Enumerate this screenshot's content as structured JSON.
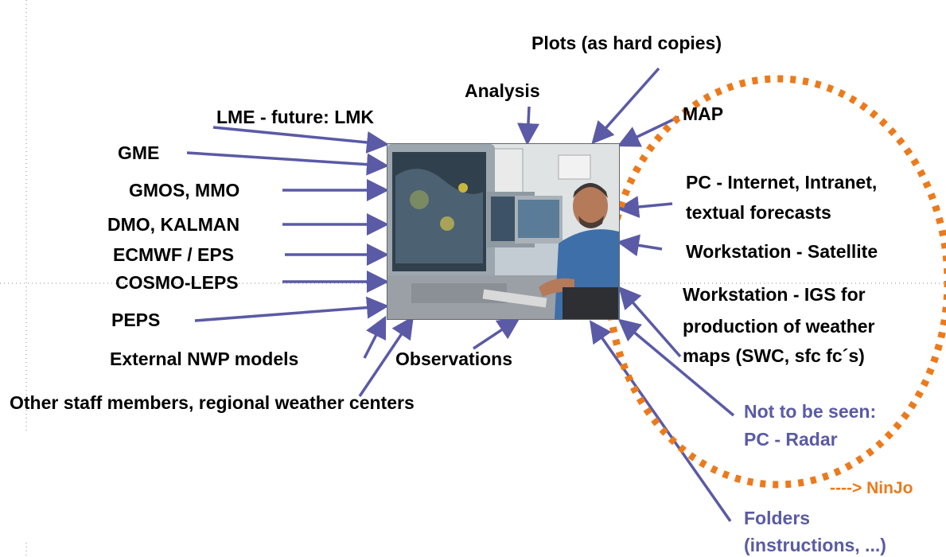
{
  "labels": {
    "plots": "Plots (as hard copies)",
    "analysis": "Analysis",
    "lme": "LME - future: LMK",
    "map": "MAP",
    "gme": "GME",
    "gmos": "GMOS, MMO",
    "dmo": "DMO, KALMAN",
    "ecmwf": "ECMWF / EPS",
    "cosmo": "COSMO-LEPS",
    "peps": "PEPS",
    "external_nwp": "External NWP models",
    "observations": "Observations",
    "other_staff": "Other staff members, regional weather centers",
    "pc_internet_1": "PC - Internet, Intranet,",
    "pc_internet_2": "textual forecasts",
    "ws_satellite": "Workstation - Satellite",
    "ws_igs_1": "Workstation - IGS for",
    "ws_igs_2": "production of weather",
    "ws_igs_3": "maps (SWC, sfc fc´s)",
    "not_seen_1": "Not to be seen:",
    "not_seen_2": "PC - Radar",
    "ninjo": "----> NinJo",
    "folders_1": "Folders",
    "folders_2": "(instructions, ...)"
  },
  "colors": {
    "arrow": "#5a5aa6",
    "ninjo_circle": "#ec7a1c",
    "text": "#000000"
  },
  "icons": {
    "photo": "forecaster-at-workstation-photo"
  }
}
